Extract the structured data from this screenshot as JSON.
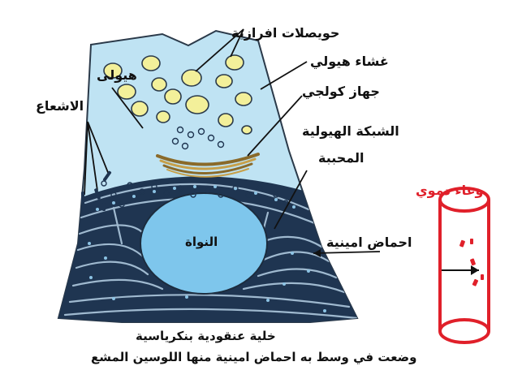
{
  "labels": {
    "secretory_vesicles": "حويصلات افرازية",
    "plasma_membrane": "غشاء هيولي",
    "golgi": "جهاز كولجي",
    "rough_er_line1": "الشبكة الهيولية",
    "rough_er_line2": "المحببة",
    "cytoplasm": "هيولى",
    "radioactivity": "الاشعاع",
    "nucleus": "النواة",
    "amino_acids": "احماض امينية",
    "blood_vessel": "وعاء دموي",
    "caption_line1": "خلية عنقودية بنكرياسية",
    "caption_line2": "وضعت في وسط به احماض امينية منها اللوسين المشع"
  },
  "colors": {
    "cytoplasm": "#bfe3f3",
    "vesicle": "#f3f09a",
    "nucleus": "#7ec6ec",
    "er": "#1f3551",
    "golgi": "#c7a04a",
    "vessel": "#e0202a"
  }
}
